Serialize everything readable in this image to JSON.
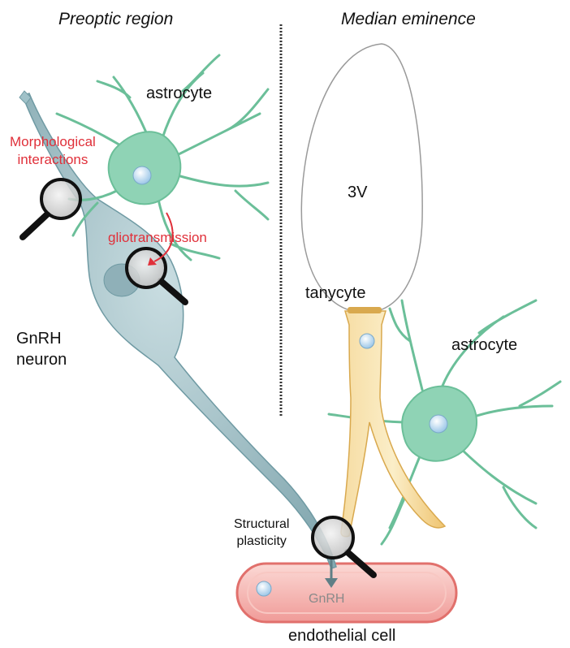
{
  "headers": {
    "left": "Preoptic region",
    "right": "Median eminence"
  },
  "labels": {
    "astrocyte_top": "astrocyte",
    "astrocyte_right": "astrocyte",
    "ventricle": "3V",
    "tanycyte": "tanycyte",
    "gnrh_neuron_line1": "GnRH",
    "gnrh_neuron_line2": "neuron",
    "morph_line1": "Morphological",
    "morph_line2": "interactions",
    "gliotransmission": "gliotransmission",
    "structural_line1": "Structural",
    "structural_line2": "plasticity",
    "gnrh_release": "GnRH",
    "endothelial": "endothelial cell"
  },
  "colors": {
    "astrocyte": "#8fd3b5",
    "astrocyte_stroke": "#6bbf99",
    "neuron": "#9fc1c8",
    "neuron_stroke": "#6f9aa3",
    "tanycyte": "#f5d38a",
    "endothelial": "#f3a9a9",
    "annotation_red": "#e0303a",
    "nucleus": "#cfe6f7"
  }
}
